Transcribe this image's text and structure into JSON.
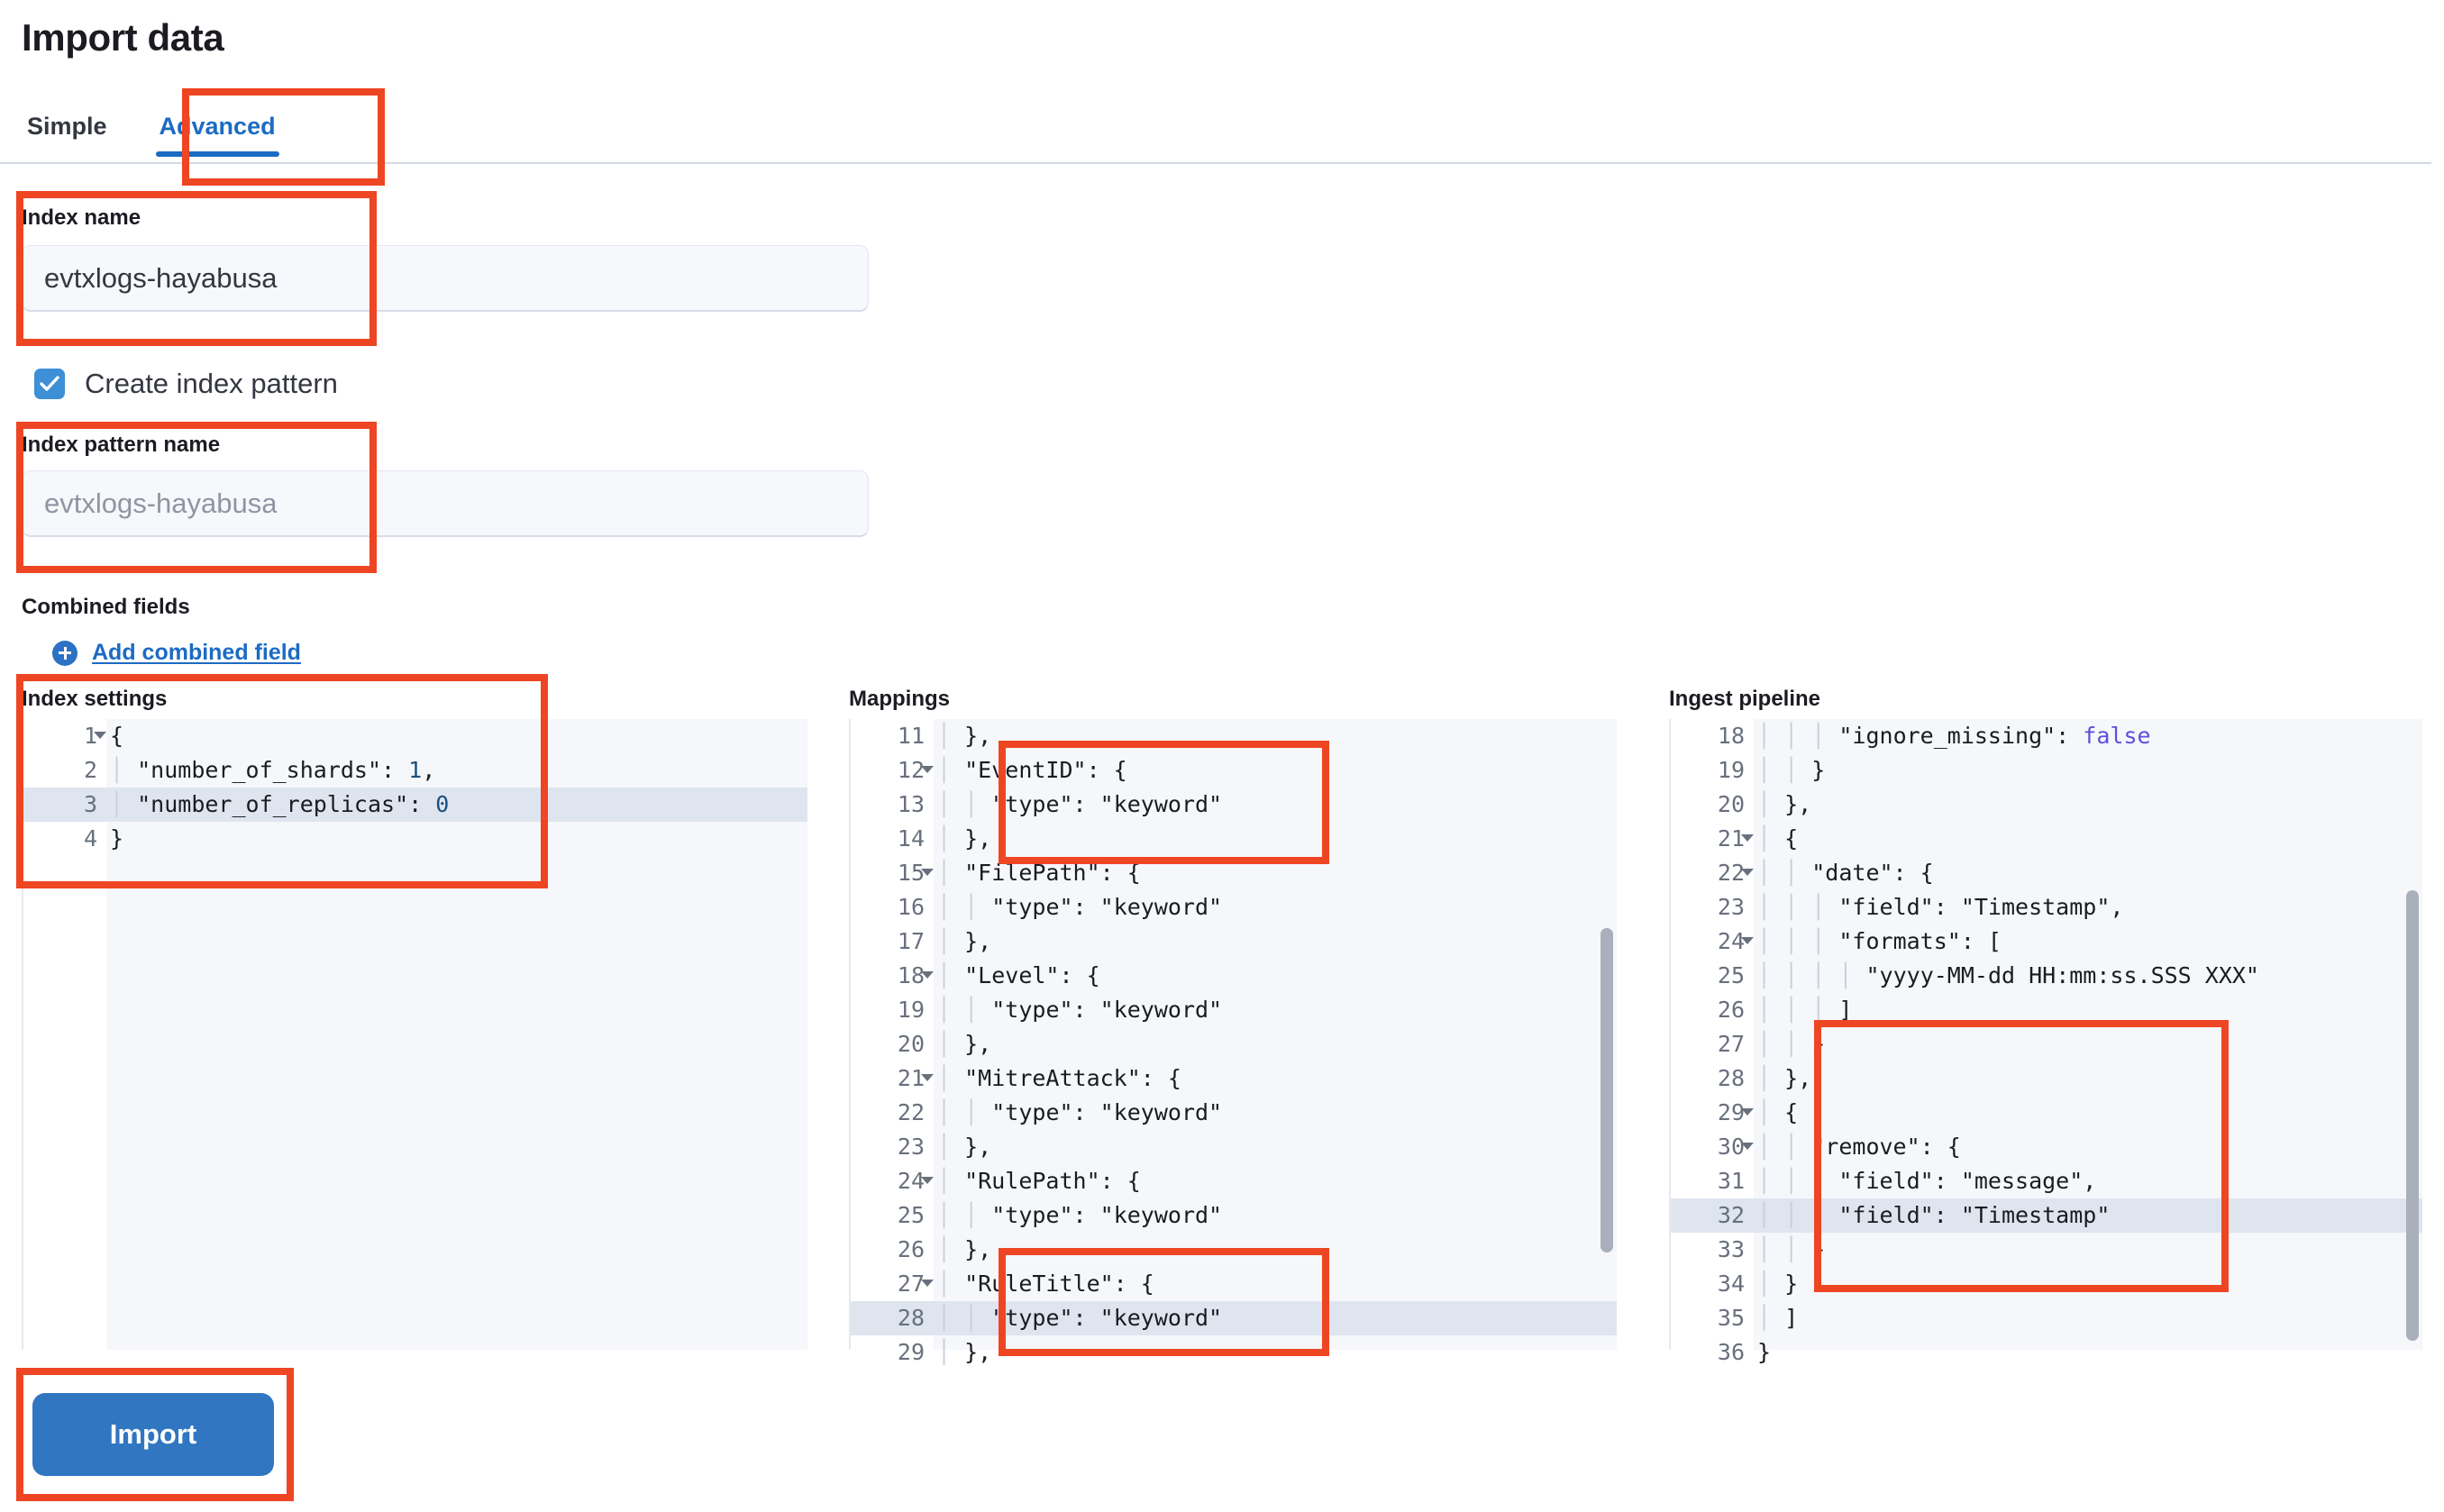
{
  "page": {
    "title": "Import data"
  },
  "tabs": [
    {
      "label": "Simple",
      "active": false
    },
    {
      "label": "Advanced",
      "active": true
    }
  ],
  "form": {
    "index_name": {
      "label": "Index name",
      "value": "evtxlogs-hayabusa",
      "placeholder": ""
    },
    "create_index_pattern": {
      "label": "Create index pattern",
      "checked": true
    },
    "index_pattern_name": {
      "label": "Index pattern name",
      "value": "",
      "placeholder": "evtxlogs-hayabusa"
    },
    "combined_fields": {
      "label": "Combined fields",
      "add_link": "Add combined field"
    },
    "import_button": "Import"
  },
  "editors": {
    "index_settings": {
      "title": "Index settings",
      "highlighted_line": 3,
      "lines": [
        {
          "n": 1,
          "fold": true,
          "text": "{"
        },
        {
          "n": 2,
          "fold": false,
          "text": "  \"number_of_shards\": 1,"
        },
        {
          "n": 3,
          "fold": false,
          "text": "  \"number_of_replicas\": 0"
        },
        {
          "n": 4,
          "fold": false,
          "text": "}"
        }
      ]
    },
    "mappings": {
      "title": "Mappings",
      "highlighted_line": 28,
      "lines": [
        {
          "n": 11,
          "fold": false,
          "text": "  },"
        },
        {
          "n": 12,
          "fold": true,
          "text": "  \"EventID\": {"
        },
        {
          "n": 13,
          "fold": false,
          "text": "    \"type\": \"keyword\""
        },
        {
          "n": 14,
          "fold": false,
          "text": "  },"
        },
        {
          "n": 15,
          "fold": true,
          "text": "  \"FilePath\": {"
        },
        {
          "n": 16,
          "fold": false,
          "text": "    \"type\": \"keyword\""
        },
        {
          "n": 17,
          "fold": false,
          "text": "  },"
        },
        {
          "n": 18,
          "fold": true,
          "text": "  \"Level\": {"
        },
        {
          "n": 19,
          "fold": false,
          "text": "    \"type\": \"keyword\""
        },
        {
          "n": 20,
          "fold": false,
          "text": "  },"
        },
        {
          "n": 21,
          "fold": true,
          "text": "  \"MitreAttack\": {"
        },
        {
          "n": 22,
          "fold": false,
          "text": "    \"type\": \"keyword\""
        },
        {
          "n": 23,
          "fold": false,
          "text": "  },"
        },
        {
          "n": 24,
          "fold": true,
          "text": "  \"RulePath\": {"
        },
        {
          "n": 25,
          "fold": false,
          "text": "    \"type\": \"keyword\""
        },
        {
          "n": 26,
          "fold": false,
          "text": "  },"
        },
        {
          "n": 27,
          "fold": true,
          "text": "  \"RuleTitle\": {"
        },
        {
          "n": 28,
          "fold": false,
          "text": "    \"type\": \"keyword\""
        },
        {
          "n": 29,
          "fold": false,
          "text": "  },"
        }
      ]
    },
    "ingest_pipeline": {
      "title": "Ingest pipeline",
      "highlighted_line": 32,
      "lines": [
        {
          "n": 18,
          "fold": false,
          "text": "      \"ignore_missing\": false"
        },
        {
          "n": 19,
          "fold": false,
          "text": "    }"
        },
        {
          "n": 20,
          "fold": false,
          "text": "  },"
        },
        {
          "n": 21,
          "fold": true,
          "text": "  {"
        },
        {
          "n": 22,
          "fold": true,
          "text": "    \"date\": {"
        },
        {
          "n": 23,
          "fold": false,
          "text": "      \"field\": \"Timestamp\","
        },
        {
          "n": 24,
          "fold": true,
          "text": "      \"formats\": ["
        },
        {
          "n": 25,
          "fold": false,
          "text": "        \"yyyy-MM-dd HH:mm:ss.SSS XXX\""
        },
        {
          "n": 26,
          "fold": false,
          "text": "      ]"
        },
        {
          "n": 27,
          "fold": false,
          "text": "    }"
        },
        {
          "n": 28,
          "fold": false,
          "text": "  },"
        },
        {
          "n": 29,
          "fold": true,
          "text": "  {"
        },
        {
          "n": 30,
          "fold": true,
          "text": "    \"remove\": {"
        },
        {
          "n": 31,
          "fold": false,
          "text": "      \"field\": \"message\","
        },
        {
          "n": 32,
          "fold": false,
          "text": "      \"field\": \"Timestamp\""
        },
        {
          "n": 33,
          "fold": false,
          "text": "    }"
        },
        {
          "n": 34,
          "fold": false,
          "text": "  }"
        },
        {
          "n": 35,
          "fold": false,
          "text": "  ]"
        },
        {
          "n": 36,
          "fold": false,
          "text": "}"
        }
      ]
    }
  },
  "colors": {
    "annotation": "#ee4523",
    "accent_blue": "#1c6bc4",
    "button_blue": "#3076c0",
    "code_key": "#277cb6",
    "code_string": "#2a7d3e",
    "code_bool": "#5f4ddc"
  }
}
